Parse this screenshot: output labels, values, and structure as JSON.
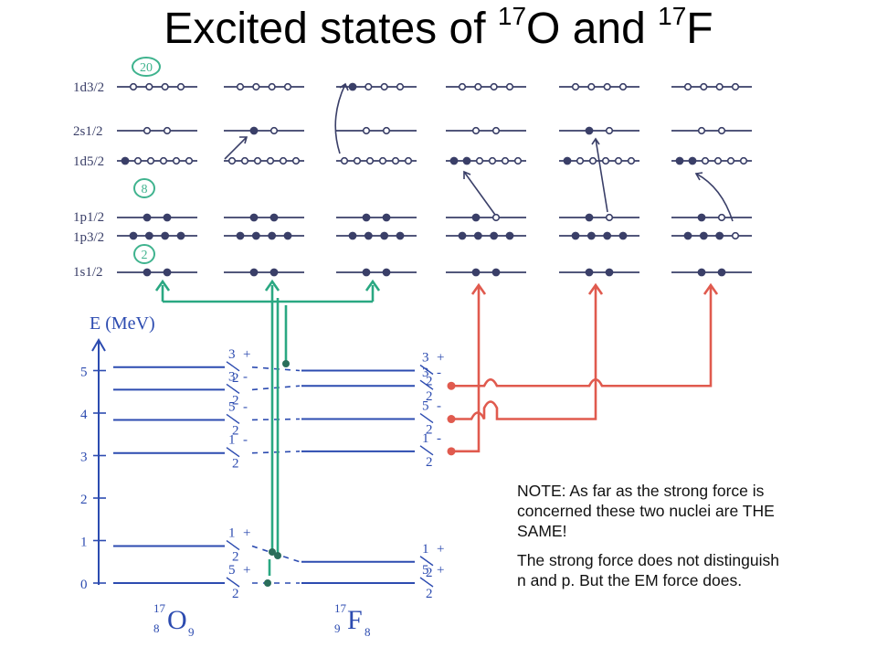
{
  "title": {
    "prefix": "Excited states of ",
    "mass1": "17",
    "symbol1": "O and ",
    "mass2": "17",
    "symbol2": "F"
  },
  "shell_labels": [
    "1d3/2",
    "2s1/2",
    "1d5/2",
    "1p1/2",
    "1p3/2",
    "1s1/2"
  ],
  "magic_numbers": [
    "20",
    "8",
    "2"
  ],
  "energy_axis": {
    "label": "E (MeV)",
    "ticks": [
      "0",
      "1",
      "2",
      "3",
      "4",
      "5"
    ]
  },
  "levels_O17": [
    {
      "energy": 0.0,
      "spin": "5/2",
      "parity": "+"
    },
    {
      "energy": 0.87,
      "spin": "1/2",
      "parity": "+"
    },
    {
      "energy": 3.06,
      "spin": "1/2",
      "parity": "-"
    },
    {
      "energy": 3.84,
      "spin": "5/2",
      "parity": "-"
    },
    {
      "energy": 4.55,
      "spin": "3/2",
      "parity": "-"
    },
    {
      "energy": 5.08,
      "spin": "3/2",
      "parity": "+"
    }
  ],
  "levels_F17": [
    {
      "energy": 0.0,
      "spin": "5/2",
      "parity": "+"
    },
    {
      "energy": 0.5,
      "spin": "1/2",
      "parity": "+"
    },
    {
      "energy": 3.1,
      "spin": "1/2",
      "parity": "-"
    },
    {
      "energy": 3.86,
      "spin": "5/2",
      "parity": "-"
    },
    {
      "energy": 4.64,
      "spin": "3/2",
      "parity": "-"
    },
    {
      "energy": 5.0,
      "spin": "3/2",
      "parity": "+"
    }
  ],
  "nuclei": {
    "o17": {
      "mass": "17",
      "z": "8",
      "symbol": "O",
      "n": "9"
    },
    "f17": {
      "mass": "17",
      "z": "9",
      "symbol": "F",
      "n": "8"
    }
  },
  "note": {
    "p1": "NOTE:  As far as the strong force is concerned these two nuclei are THE SAME!",
    "p2": "The strong force does not distinguish n and p.  But the EM force does."
  },
  "colors": {
    "shell": "#3a3f68",
    "blue": "#2c4bb0",
    "green": "#2aa882",
    "red": "#e05a4e",
    "magic": "#3fb38e"
  }
}
